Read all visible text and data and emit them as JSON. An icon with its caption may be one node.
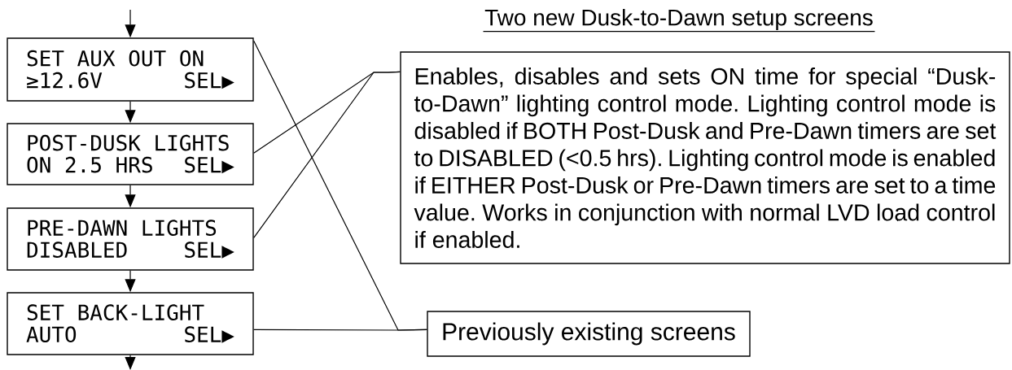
{
  "diagram": {
    "title": "Two new Dusk-to-Dawn setup screens",
    "nodes": [
      {
        "text": [
          "SET AUX OUT ON",
          "≥12.6V",
          "SEL▶"
        ]
      },
      {
        "text": [
          "POST-DUSK LIGHTS",
          "ON 2.5 HRS",
          "SEL▶"
        ]
      },
      {
        "text": [
          "PRE-DAWN LIGHTS",
          "DISABLED",
          "SEL▶"
        ]
      },
      {
        "text": [
          "SET BACK-LIGHT",
          "AUTO",
          "SEL▶"
        ]
      },
      {
        "text": [
          "Enables, disables and sets ON time for special “Dusk-to-Dawn” lighting control mode. Lighting control mode is disabled if BOTH Post-Dusk and Pre-Dawn timers are set to DISABLED (<0.5 hrs). Lighting control mode is enabled if EITHER Post-Dusk or Pre-Dawn timers are set to a time value. Works in conjunction with normal LVD load control if enabled."
        ]
      },
      {
        "text": [
          "Previously existing screens"
        ]
      }
    ],
    "edges": [
      {
        "from": null,
        "to": 0,
        "arrow": "to"
      },
      {
        "from": 0,
        "to": 1,
        "arrow": "to"
      },
      {
        "from": 1,
        "to": 2,
        "arrow": "to"
      },
      {
        "from": 2,
        "to": 3,
        "arrow": "to"
      },
      {
        "from": 3,
        "to": null,
        "arrow": "to"
      },
      {
        "from": 4,
        "to": 1,
        "arrow": "none"
      },
      {
        "from": 4,
        "to": 2,
        "arrow": "none"
      },
      {
        "from": 5,
        "to": 0,
        "arrow": "none"
      },
      {
        "from": 5,
        "to": 3,
        "arrow": "none"
      }
    ]
  }
}
